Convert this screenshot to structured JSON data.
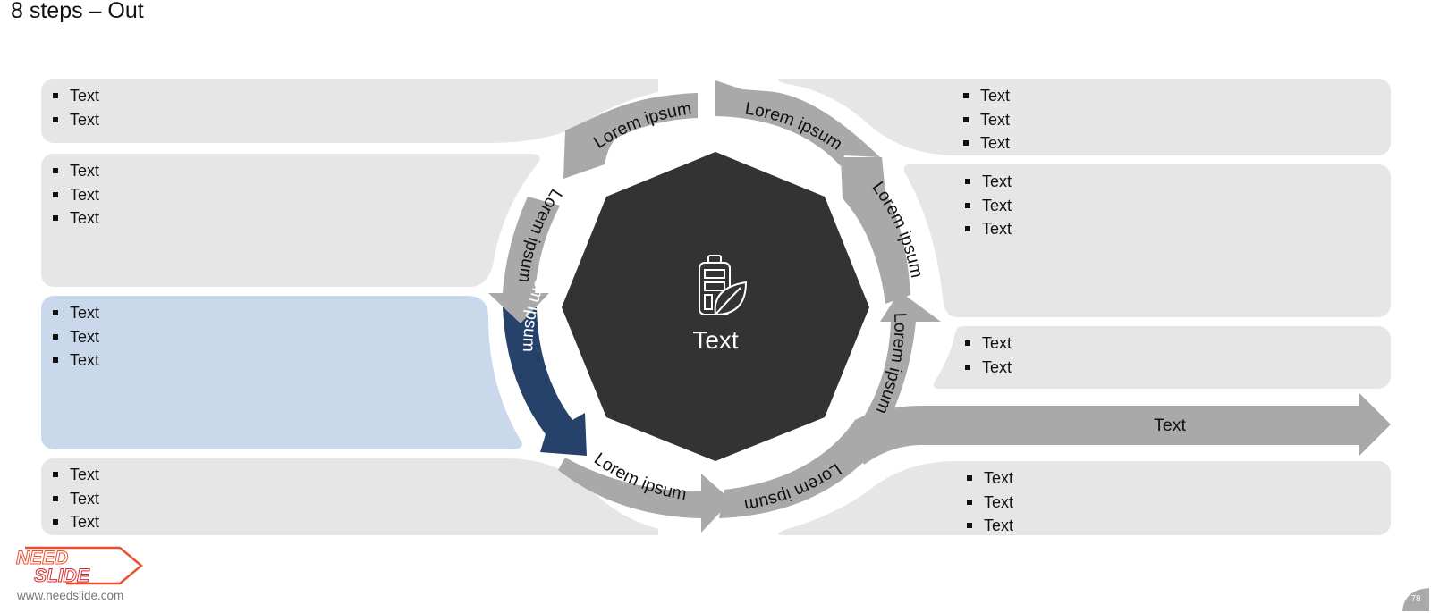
{
  "title": "8 steps – Out",
  "center": {
    "label": "Text",
    "icon": "battery-leaf-icon"
  },
  "arrows": [
    {
      "label": "Lorem ipsum"
    },
    {
      "label": "Lorem ipsum"
    },
    {
      "label": "Lorem ipsum"
    },
    {
      "label": "Lorem ipsum"
    },
    {
      "label": "Lorem ipsum"
    },
    {
      "label": "Lorem ipsum"
    },
    {
      "label": "Lorem ipsum"
    },
    {
      "label": "Lorem ipsum"
    }
  ],
  "out_arrow": {
    "label": "Text"
  },
  "panels": {
    "left": [
      {
        "items": [
          "Text",
          "Text"
        ]
      },
      {
        "items": [
          "Text",
          "Text",
          "Text"
        ]
      },
      {
        "items": [
          "Text",
          "Text",
          "Text"
        ],
        "highlighted": true
      },
      {
        "items": [
          "Text",
          "Text",
          "Text"
        ]
      }
    ],
    "right": [
      {
        "items": [
          "Text",
          "Text",
          "Text"
        ]
      },
      {
        "items": [
          "Text",
          "Text",
          "Text"
        ]
      },
      {
        "items": [
          "Text",
          "Text"
        ]
      },
      {
        "items": [
          "Text",
          "Text",
          "Text"
        ]
      }
    ]
  },
  "colors": {
    "panel": "#e6e6e6",
    "panel_highlight": "#c9d8eb",
    "arrow": "#a9a9a9",
    "arrow_highlight": "#26426b",
    "center": "#333333"
  },
  "footer": {
    "website": "www.needslide.com",
    "logo_line1": "NEED",
    "logo_line2": "SLIDE",
    "page": "78"
  }
}
